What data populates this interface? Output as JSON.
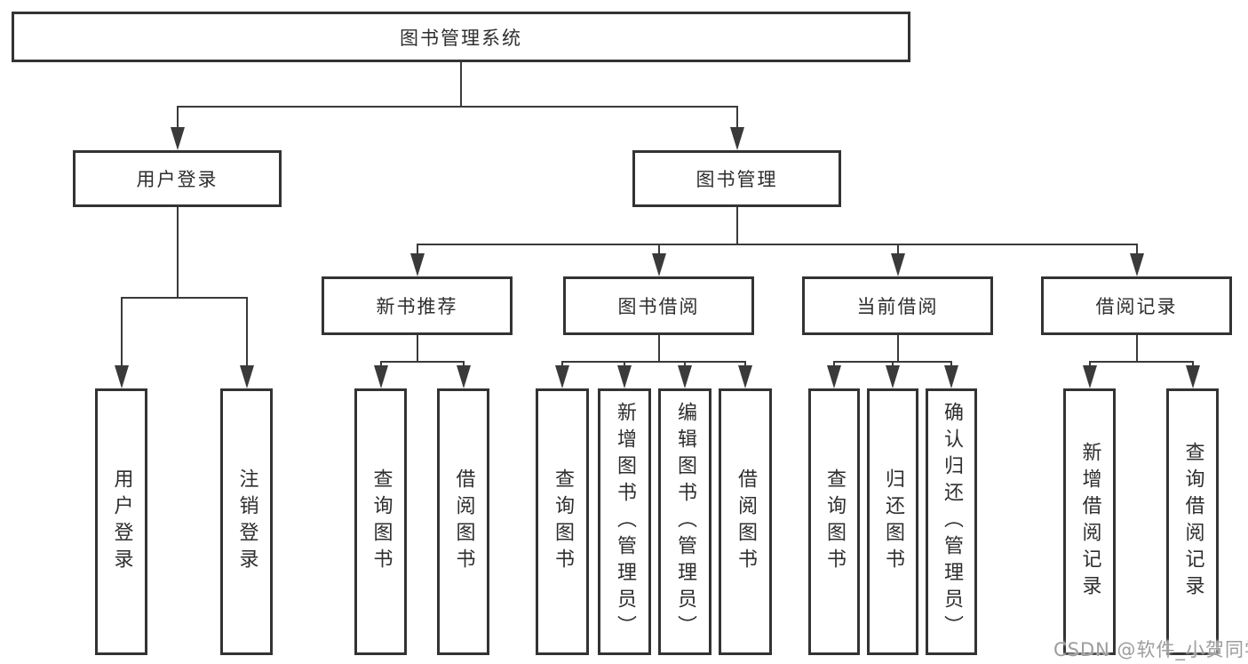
{
  "diagram": {
    "type": "tree",
    "title": "图书管理系统",
    "nodes": [
      {
        "id": "root",
        "label": "图书管理系统"
      },
      {
        "id": "user-login",
        "label": "用户登录"
      },
      {
        "id": "book-mgmt",
        "label": "图书管理"
      },
      {
        "id": "new-book-rec",
        "label": "新书推荐"
      },
      {
        "id": "book-borrow",
        "label": "图书借阅"
      },
      {
        "id": "current-borrow",
        "label": "当前借阅"
      },
      {
        "id": "borrow-records",
        "label": "借阅记录"
      },
      {
        "id": "leaf-user-login",
        "label": "用户登录"
      },
      {
        "id": "leaf-logout",
        "label": "注销登录"
      },
      {
        "id": "leaf-nbr-query",
        "label": "查询图书"
      },
      {
        "id": "leaf-nbr-borrow",
        "label": "借阅图书"
      },
      {
        "id": "leaf-bb-query",
        "label": "查询图书"
      },
      {
        "id": "leaf-bb-add",
        "label": "新增图书（管理员）"
      },
      {
        "id": "leaf-bb-edit",
        "label": "编辑图书（管理员）"
      },
      {
        "id": "leaf-bb-borrow",
        "label": "借阅图书"
      },
      {
        "id": "leaf-cb-query",
        "label": "查询图书"
      },
      {
        "id": "leaf-cb-return",
        "label": "归还图书"
      },
      {
        "id": "leaf-cb-confirm",
        "label": "确认归还（管理员）"
      },
      {
        "id": "leaf-br-add",
        "label": "新增借阅记录"
      },
      {
        "id": "leaf-br-query",
        "label": "查询借阅记录"
      }
    ],
    "edges": {
      "root": [
        "user-login",
        "book-mgmt"
      ],
      "user-login": [
        "leaf-user-login",
        "leaf-logout"
      ],
      "book-mgmt": [
        "new-book-rec",
        "book-borrow",
        "current-borrow",
        "borrow-records"
      ],
      "new-book-rec": [
        "leaf-nbr-query",
        "leaf-nbr-borrow"
      ],
      "book-borrow": [
        "leaf-bb-query",
        "leaf-bb-add",
        "leaf-bb-edit",
        "leaf-bb-borrow"
      ],
      "current-borrow": [
        "leaf-cb-query",
        "leaf-cb-return",
        "leaf-cb-confirm"
      ],
      "borrow-records": [
        "leaf-br-add",
        "leaf-br-query"
      ]
    },
    "colors": {
      "line": "#3a3a3a",
      "border": "#333333",
      "text": "#2e2e2e",
      "background": "#ffffff",
      "watermark": "#9d9d9d"
    },
    "watermark": "CSDN @软件_小贺同学"
  }
}
